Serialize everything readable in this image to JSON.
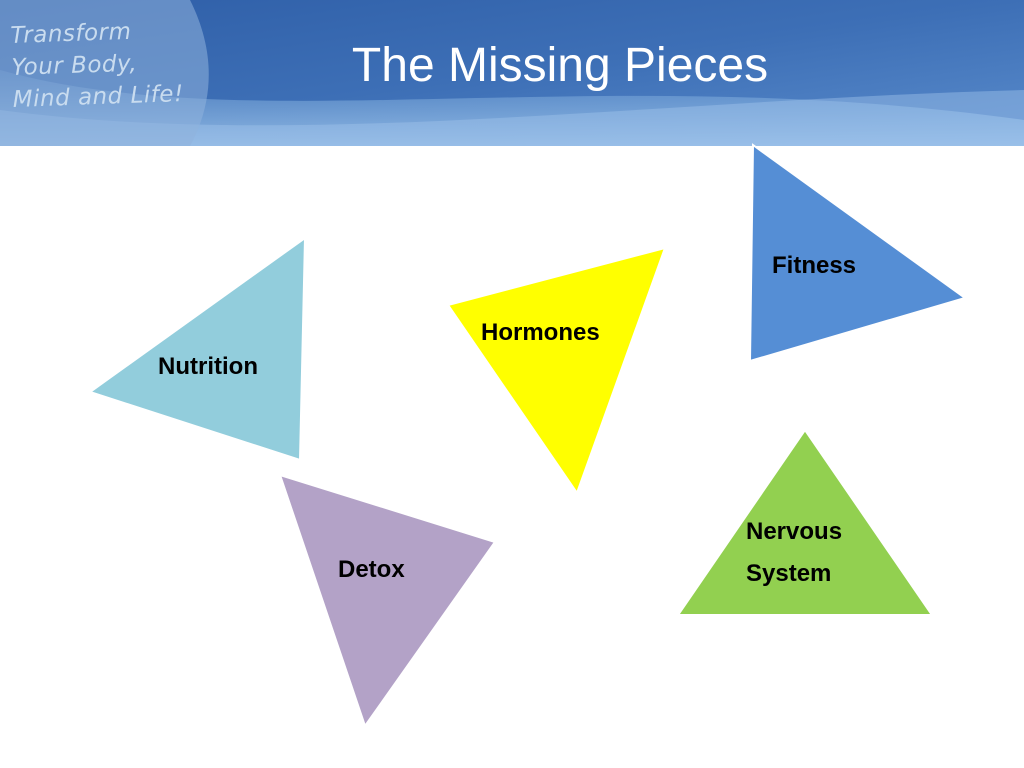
{
  "header": {
    "logo_lines": [
      "Transform",
      "Your Body,",
      "Mind and Life!"
    ],
    "title": "The Missing Pieces"
  },
  "pieces": [
    {
      "label": "Nutrition",
      "color": "#92cddc"
    },
    {
      "label": "Hormones",
      "color": "#ffff00"
    },
    {
      "label": "Fitness",
      "color": "#558ed5"
    },
    {
      "label": "Detox",
      "color": "#b3a2c7"
    },
    {
      "label": "Nervous",
      "label2": "System",
      "color": "#92d050"
    }
  ],
  "colors": {
    "header_dark": "#2a5aa5",
    "header_light": "#7aaad8"
  }
}
